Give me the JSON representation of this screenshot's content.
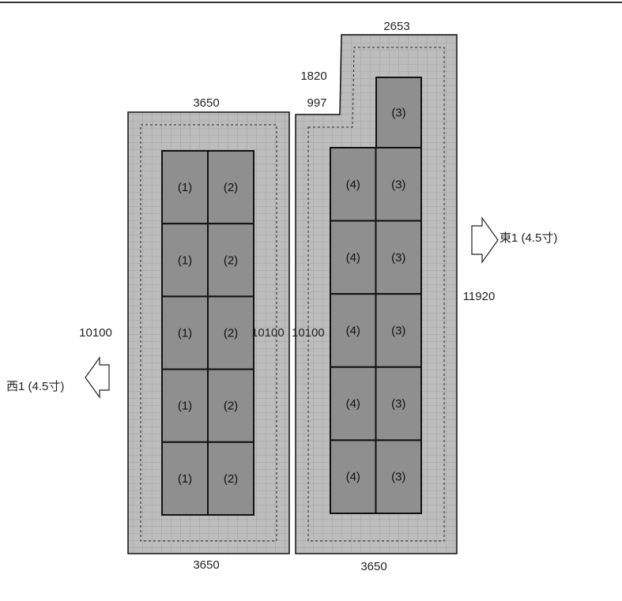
{
  "colors": {
    "roof_fill": "#bdbdbd",
    "panel_fill": "#8f8f8f",
    "outline": "#111111",
    "text": "#222222"
  },
  "dimensions": {
    "west_top": "3650",
    "west_bottom": "3650",
    "west_left": "10100",
    "west_right": "10100",
    "east_left": "10100",
    "east_bottom": "3650",
    "east_top": "2653",
    "east_step_height": "1820",
    "east_step_width": "997",
    "east_right": "11920"
  },
  "roof_labels": {
    "west": "西1 (4.5寸)",
    "east": "東1 (4.5寸)"
  },
  "icons": {
    "west_arrow": "arrow-left-icon",
    "east_arrow": "arrow-right-icon"
  },
  "panel_labels": {
    "one": "(1)",
    "two": "(2)",
    "three": "(3)",
    "four": "(4)"
  },
  "west_panels": [
    [
      "(1)",
      "(2)"
    ],
    [
      "(1)",
      "(2)"
    ],
    [
      "(1)",
      "(2)"
    ],
    [
      "(1)",
      "(2)"
    ],
    [
      "(1)",
      "(2)"
    ]
  ],
  "east_panels_top": "(3)",
  "east_panels": [
    [
      "(4)",
      "(3)"
    ],
    [
      "(4)",
      "(3)"
    ],
    [
      "(4)",
      "(3)"
    ],
    [
      "(4)",
      "(3)"
    ],
    [
      "(4)",
      "(3)"
    ]
  ]
}
